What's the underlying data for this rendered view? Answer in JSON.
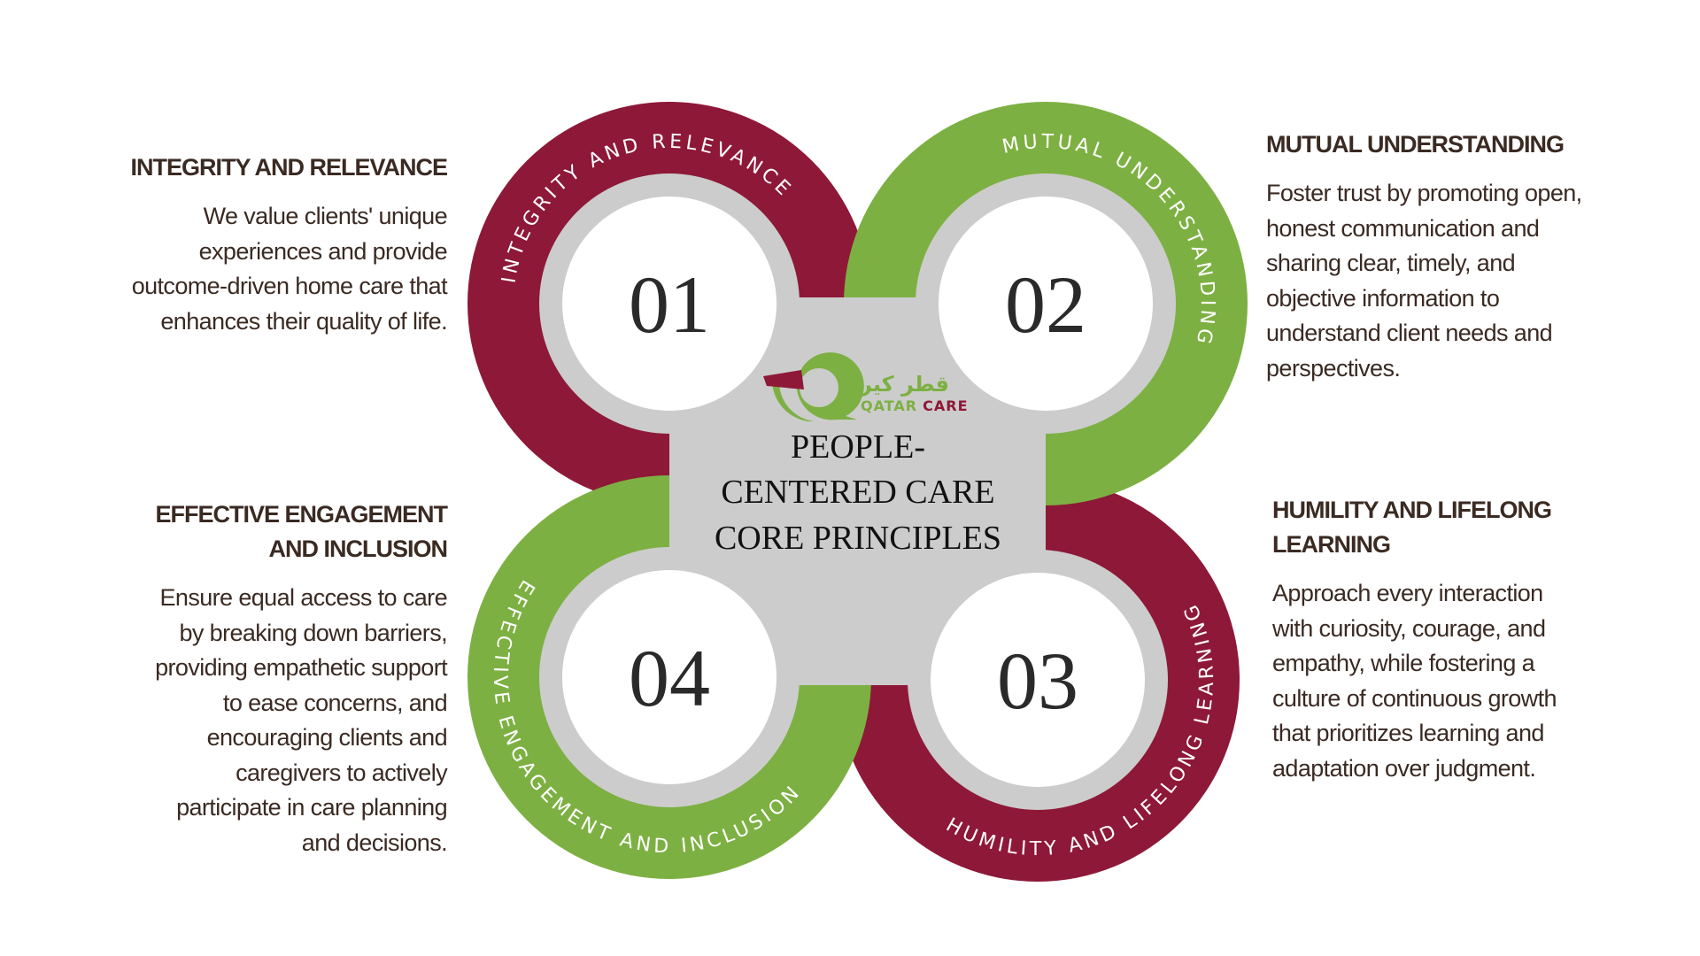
{
  "colors": {
    "red": "#8E1838",
    "green": "#7DB042",
    "gray": "#CCCCCC",
    "white": "#FFFFFF",
    "text": "#3A2A22"
  },
  "center": {
    "title_lines": [
      "PEOPLE-",
      "CENTERED CARE",
      "CORE PRINCIPLES"
    ]
  },
  "logo": {
    "arabic": "قطر كير",
    "latin_a": "QATAR",
    "latin_b": "CARE"
  },
  "principles": [
    {
      "number": "01",
      "ring_label": "INTEGRITY AND RELEVANCE",
      "heading_lines": [
        "INTEGRITY AND RELEVANCE"
      ],
      "body_lines": [
        "We value clients' unique",
        "experiences and provide",
        "outcome-driven home care that",
        "enhances their quality of life."
      ],
      "color": "red"
    },
    {
      "number": "02",
      "ring_label": "MUTUAL UNDERSTANDING",
      "heading_lines": [
        "MUTUAL UNDERSTANDING"
      ],
      "body_lines": [
        "Foster trust by promoting open,",
        "honest communication and",
        "sharing clear, timely, and",
        "objective information to",
        "understand client needs and",
        "perspectives."
      ],
      "color": "green"
    },
    {
      "number": "03",
      "ring_label": "HUMILITY AND LIFELONG LEARNING",
      "heading_lines": [
        "HUMILITY AND LIFELONG",
        "LEARNING"
      ],
      "body_lines": [
        "Approach every interaction",
        "with curiosity, courage, and",
        "empathy, while fostering a",
        "culture of continuous growth",
        "that prioritizes learning and",
        "adaptation over judgment."
      ],
      "color": "red"
    },
    {
      "number": "04",
      "ring_label": "EFFECTIVE ENGAGEMENT AND INCLUSION",
      "heading_lines": [
        "EFFECTIVE ENGAGEMENT",
        "AND INCLUSION"
      ],
      "body_lines": [
        "Ensure equal access to care",
        "by breaking down barriers,",
        "providing empathetic support",
        "to ease concerns, and",
        "encouraging clients and",
        "caregivers to actively",
        "participate in care planning",
        "and decisions."
      ],
      "color": "green"
    }
  ]
}
